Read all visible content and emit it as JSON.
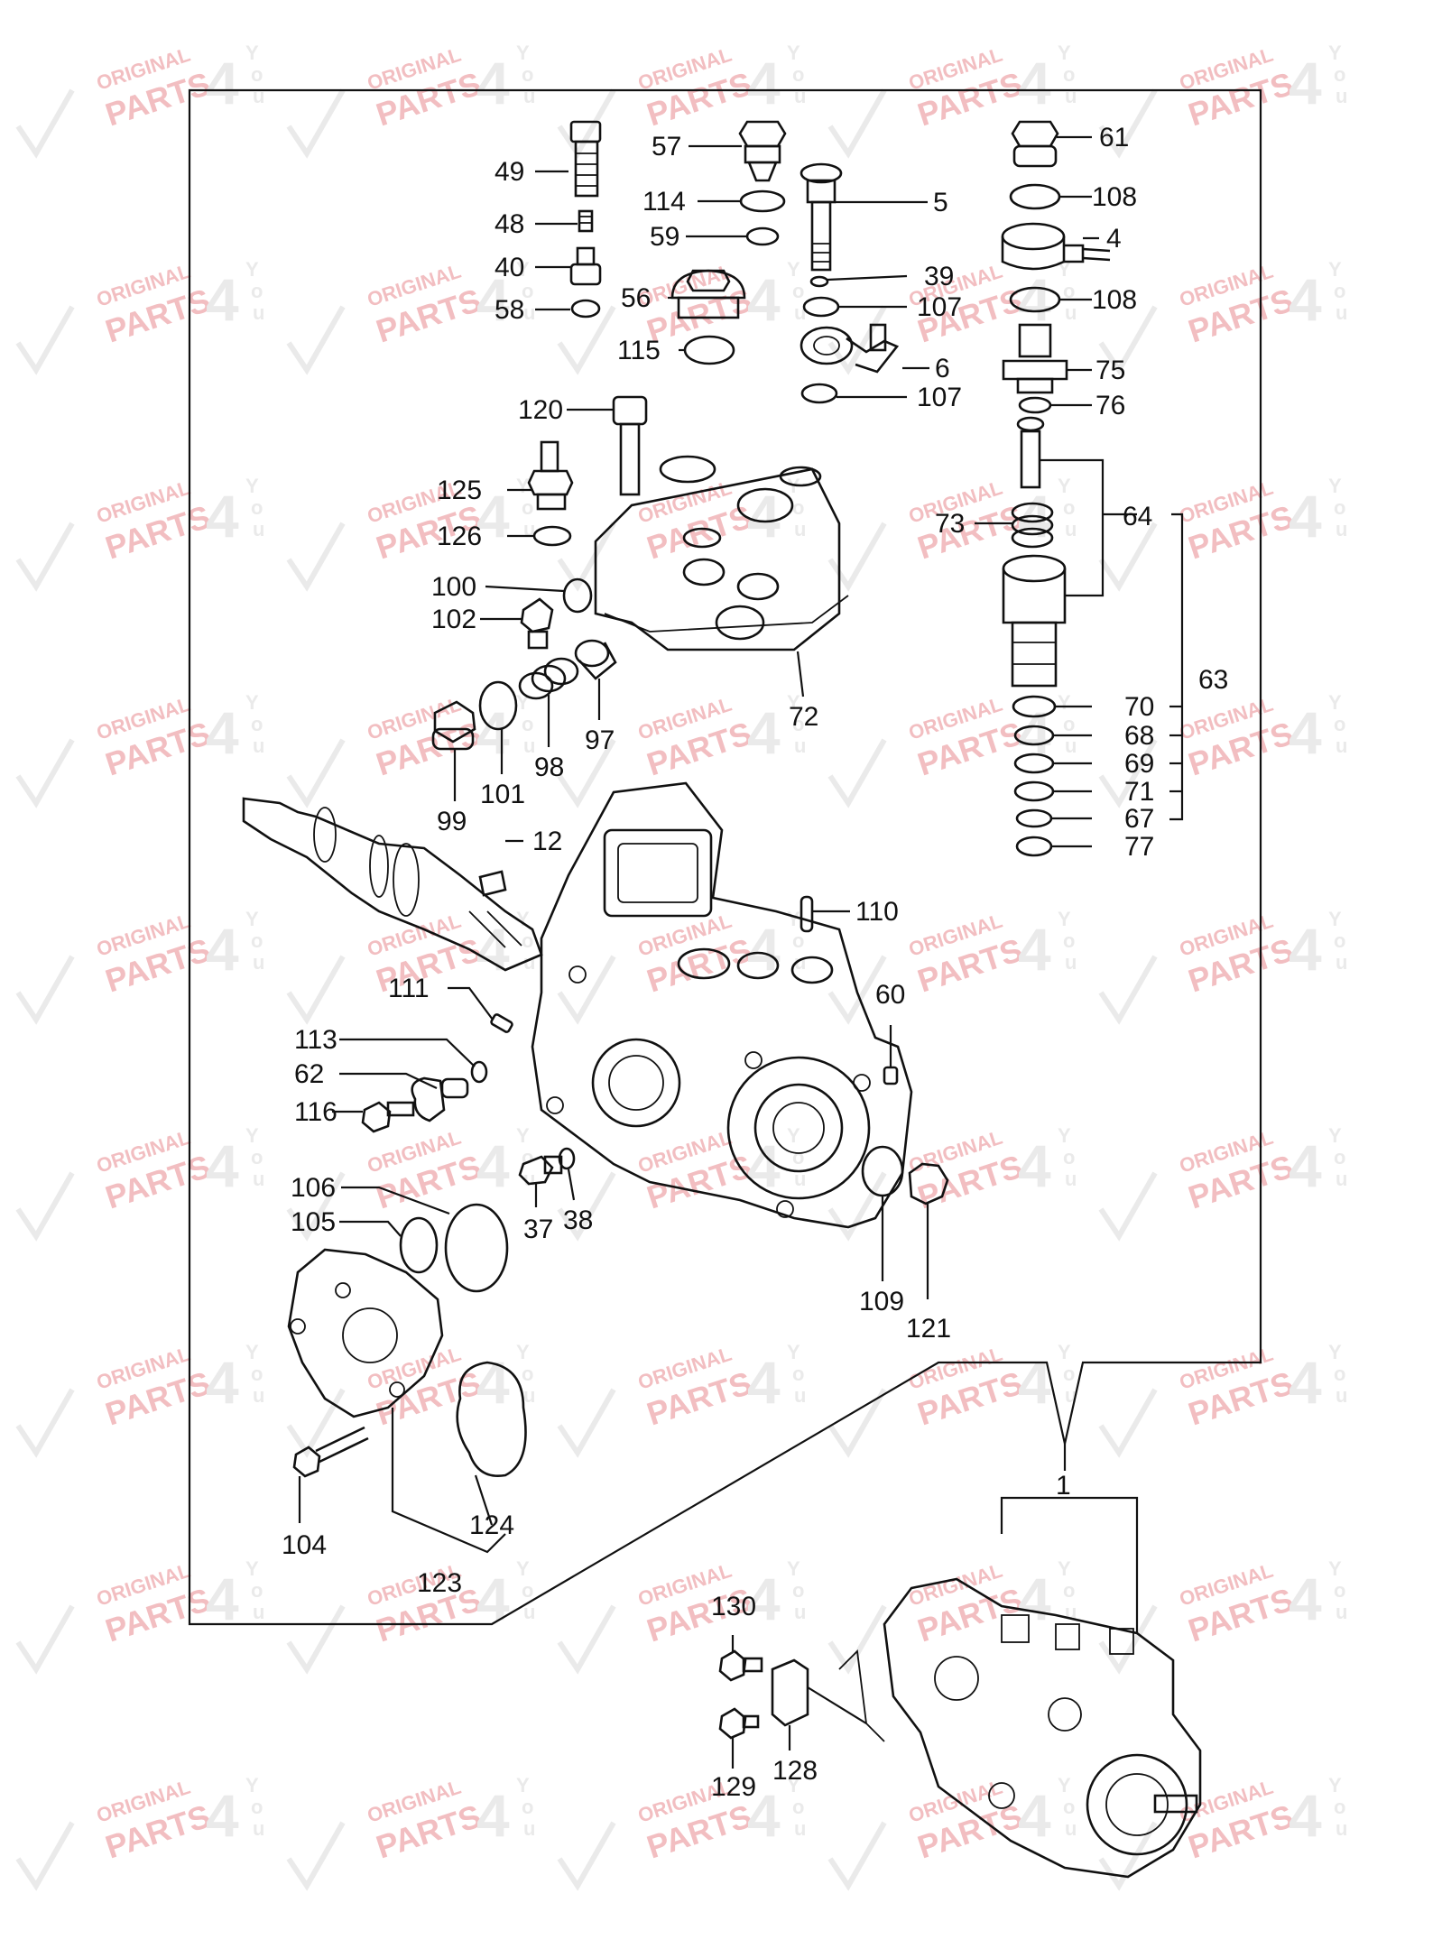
{
  "watermark": {
    "line1": "ORIGINAL",
    "line2": "PARTS",
    "big": "4",
    "small1": "Y",
    "small2": "o",
    "small3": "u",
    "color": "#e8898f",
    "check_color": "#d9d9d9"
  },
  "labels": {
    "p1": "1",
    "p4": "4",
    "p5": "5",
    "p6": "6",
    "p12": "12",
    "p37": "37",
    "p38": "38",
    "p39": "39",
    "p40": "40",
    "p48": "48",
    "p49": "49",
    "p56": "56",
    "p57": "57",
    "p58": "58",
    "p59": "59",
    "p60": "60",
    "p61": "61",
    "p62": "62",
    "p63": "63",
    "p64": "64",
    "p67": "67",
    "p68": "68",
    "p69": "69",
    "p70": "70",
    "p71": "71",
    "p72": "72",
    "p73": "73",
    "p75": "75",
    "p76": "76",
    "p77": "77",
    "p97": "97",
    "p98": "98",
    "p99": "99",
    "p100": "100",
    "p101": "101",
    "p102": "102",
    "p104": "104",
    "p105": "105",
    "p106": "106",
    "p107a": "107",
    "p107b": "107",
    "p108a": "108",
    "p108b": "108",
    "p109": "109",
    "p110": "110",
    "p111": "111",
    "p113": "113",
    "p114": "114",
    "p115": "115",
    "p116": "116",
    "p120": "120",
    "p121": "121",
    "p123": "123",
    "p124": "124",
    "p125": "125",
    "p126": "126",
    "p128": "128",
    "p129": "129",
    "p130": "130"
  }
}
